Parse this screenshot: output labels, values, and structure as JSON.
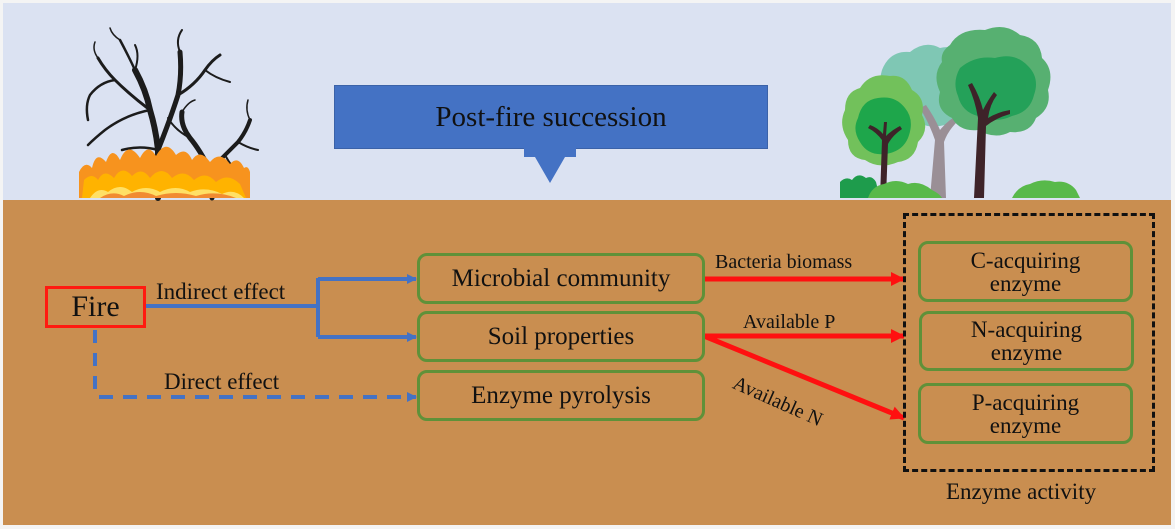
{
  "diagram": {
    "banner": {
      "label": "Post-fire succession",
      "color": "#4472c4"
    },
    "scene": {
      "left_illustration": "burning-trees",
      "right_illustration": "regrown-forest",
      "sky_color": "#dbe2f2",
      "soil_color": "#c98e50"
    },
    "source_node": {
      "label": "Fire",
      "border_color": "#ff1a10"
    },
    "edge_labels": {
      "indirect": "Indirect effect",
      "direct": "Direct effect",
      "bacteria": "Bacteria biomass",
      "avail_p": "Available P",
      "avail_n": "Available N"
    },
    "middle_nodes": [
      {
        "label": "Microbial community"
      },
      {
        "label": "Soil properties"
      },
      {
        "label": "Enzyme pyrolysis"
      }
    ],
    "enzyme_group": {
      "caption": "Enzyme activity",
      "nodes": [
        {
          "line1": "C-acquiring",
          "line2": "enzyme"
        },
        {
          "line1": "N-acquiring",
          "line2": "enzyme"
        },
        {
          "line1": "P-acquiring",
          "line2": "enzyme"
        }
      ]
    },
    "colors": {
      "blue_arrow": "#4472c4",
      "red_arrow": "#ff1010",
      "box_border": "#5f9139"
    }
  }
}
